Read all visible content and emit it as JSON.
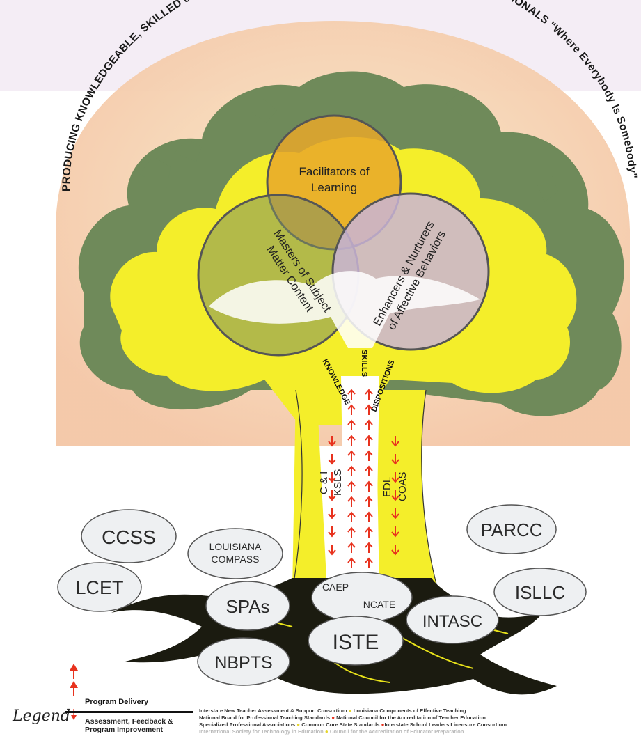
{
  "arc_text": "PRODUCING KNOWLEDGEABLE, SKILLED & COMPASSIONATE EDUCATORS  & OTHER SCHOOL PROFESSIONALS \"Where Everybody Is Somebody\"",
  "venn": {
    "top": [
      "Facilitators of",
      "Learning"
    ],
    "left": [
      "Masters of Subject",
      "Matter Content"
    ],
    "right": [
      "Enhancers & Nurturers",
      "of Affective Behaviors"
    ]
  },
  "pathways": {
    "knowledge": "KNOWLEDGE",
    "skills": "SKILLS",
    "dispositions": "DISPOSITIONS"
  },
  "trunk": {
    "ci": "C & I",
    "ksls": "KSLS",
    "edl": "EDL",
    "coas": "COAS"
  },
  "clouds": {
    "ccss": "CCSS",
    "louisiana_1": "LOUISIANA",
    "louisiana_2": "COMPASS",
    "parcc": "PARCC",
    "lcet": "LCET",
    "caep": "CAEP",
    "ncate": "NCATE",
    "islcc": "ISLLC",
    "spas": "SPAs",
    "intasc": "INTASC",
    "iste": "ISTE",
    "nbpts": "NBPTS"
  },
  "legend": {
    "title": "Legend",
    "delivery": "Program Delivery",
    "assessment": "Assessment, Feedback & Program Improvement",
    "acronyms": {
      "line1a": "Interstate New Teacher Assessment & Support Consortium",
      "line1b": "Louisiana Components of Effective Teaching",
      "line2a": "National Board for Professional Teaching Standards",
      "line2b": "National Council for the Accreditation of Teacher Education",
      "line3a": "Specialized Professional Associations",
      "line3b": "Common Core State Standards",
      "line3c": "Interstate School Leaders Licensure Consortium",
      "line4a": "International Society for Technology in Education",
      "line4b": "Council for the Accreditation of Educator Preparation"
    }
  },
  "colors": {
    "canopy_green": "#6f8a5a",
    "tree_yellow": "#f4ee2a",
    "root_black": "#1b1b10",
    "arrow_red": "#e8321e",
    "venn_top": "#e7a72a",
    "venn_right": "#c9b4d6",
    "halo": "#f3c6a8"
  }
}
